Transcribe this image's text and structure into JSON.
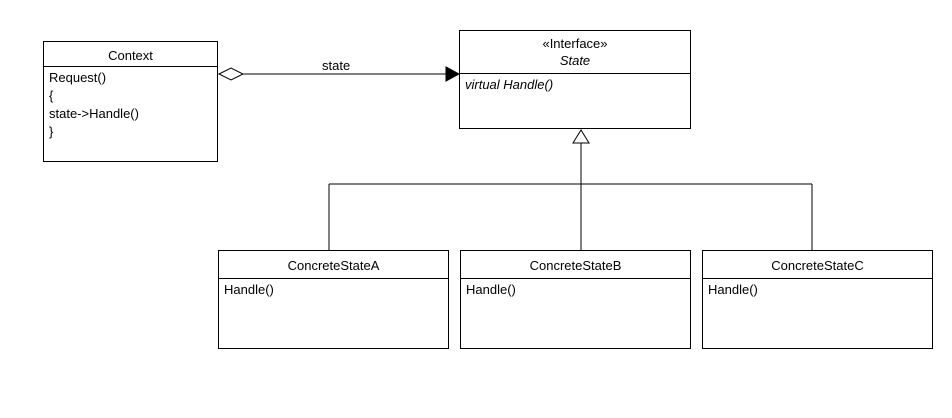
{
  "context_class": {
    "name": "Context",
    "operations": [
      "Request()",
      "{",
      "state->Handle()",
      "}"
    ]
  },
  "state_interface": {
    "stereotype": "«Interface»",
    "name": "State",
    "operations": [
      "virtual Handle()"
    ]
  },
  "association": {
    "label": "state"
  },
  "concrete_states": [
    {
      "name": "ConcreteStateA",
      "operations": [
        "Handle()"
      ]
    },
    {
      "name": "ConcreteStateB",
      "operations": [
        "Handle()"
      ]
    },
    {
      "name": "ConcreteStateC",
      "operations": [
        "Handle()"
      ]
    }
  ]
}
